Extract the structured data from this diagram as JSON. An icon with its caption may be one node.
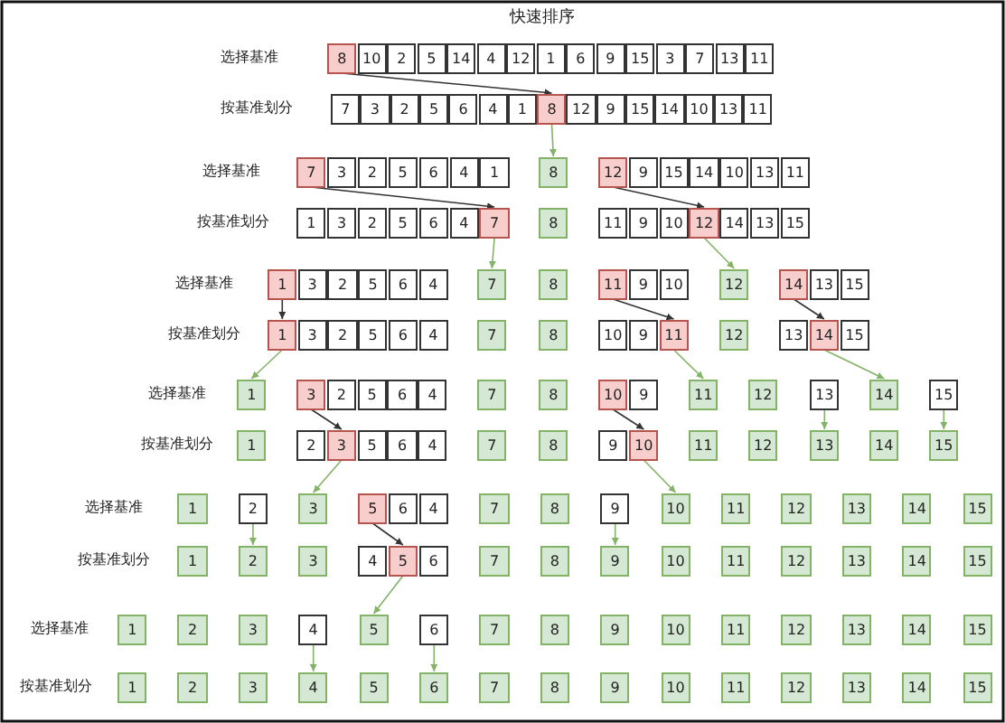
{
  "diagram": {
    "title": "快速排序",
    "nodes": [
      {
        "text": [
          "8"
        ]
      },
      {
        "text": [
          "10"
        ]
      },
      {
        "text": [
          "2"
        ]
      },
      {
        "text": [
          "5"
        ]
      },
      {
        "text": [
          "14"
        ]
      },
      {
        "text": [
          "4"
        ]
      },
      {
        "text": [
          "12"
        ]
      },
      {
        "text": [
          "1"
        ]
      },
      {
        "text": [
          "6"
        ]
      },
      {
        "text": [
          "9"
        ]
      },
      {
        "text": [
          "15"
        ]
      },
      {
        "text": [
          "3"
        ]
      },
      {
        "text": [
          "7"
        ]
      },
      {
        "text": [
          "13"
        ]
      },
      {
        "text": [
          "11"
        ]
      },
      {
        "text": [
          "7"
        ]
      },
      {
        "text": [
          "3"
        ]
      },
      {
        "text": [
          "2"
        ]
      },
      {
        "text": [
          "5"
        ]
      },
      {
        "text": [
          "6"
        ]
      },
      {
        "text": [
          "4"
        ]
      },
      {
        "text": [
          "1"
        ]
      },
      {
        "text": [
          "8"
        ]
      },
      {
        "text": [
          "12"
        ]
      },
      {
        "text": [
          "9"
        ]
      },
      {
        "text": [
          "15"
        ]
      },
      {
        "text": [
          "14"
        ]
      },
      {
        "text": [
          "10"
        ]
      },
      {
        "text": [
          "13"
        ]
      },
      {
        "text": [
          "11"
        ]
      },
      {
        "text": [
          "7"
        ]
      },
      {
        "text": [
          "3"
        ]
      },
      {
        "text": [
          "2"
        ]
      },
      {
        "text": [
          "5"
        ]
      },
      {
        "text": [
          "6"
        ]
      },
      {
        "text": [
          "4"
        ]
      },
      {
        "text": [
          "1"
        ]
      },
      {
        "text": [
          "8"
        ]
      },
      {
        "text": [
          "12"
        ]
      },
      {
        "text": [
          "9"
        ]
      },
      {
        "text": [
          "15"
        ]
      },
      {
        "text": [
          "14"
        ]
      },
      {
        "text": [
          "10"
        ]
      },
      {
        "text": [
          "13"
        ]
      },
      {
        "text": [
          "11"
        ]
      },
      {
        "text": [
          "1"
        ]
      },
      {
        "text": [
          "3"
        ]
      },
      {
        "text": [
          "2"
        ]
      },
      {
        "text": [
          "5"
        ]
      },
      {
        "text": [
          "6"
        ]
      },
      {
        "text": [
          "4"
        ]
      },
      {
        "text": [
          "7"
        ]
      },
      {
        "text": [
          "8"
        ]
      },
      {
        "text": [
          "11"
        ]
      },
      {
        "text": [
          "9"
        ]
      },
      {
        "text": [
          "10"
        ]
      },
      {
        "text": [
          "12"
        ]
      },
      {
        "text": [
          "14"
        ]
      },
      {
        "text": [
          "13"
        ]
      },
      {
        "text": [
          "15"
        ]
      },
      {
        "text": [
          "1"
        ]
      },
      {
        "text": [
          "3"
        ]
      },
      {
        "text": [
          "2"
        ]
      },
      {
        "text": [
          "5"
        ]
      },
      {
        "text": [
          "6"
        ]
      },
      {
        "text": [
          "4"
        ]
      },
      {
        "text": [
          "7"
        ]
      },
      {
        "text": [
          "8"
        ]
      },
      {
        "text": [
          "11"
        ]
      },
      {
        "text": [
          "9"
        ]
      },
      {
        "text": [
          "10"
        ]
      },
      {
        "text": [
          "12"
        ]
      },
      {
        "text": [
          "14"
        ]
      },
      {
        "text": [
          "13"
        ]
      },
      {
        "text": [
          "15"
        ]
      },
      {
        "text": [
          "1"
        ]
      },
      {
        "text": [
          "3"
        ]
      },
      {
        "text": [
          "2"
        ]
      },
      {
        "text": [
          "5"
        ]
      },
      {
        "text": [
          "6"
        ]
      },
      {
        "text": [
          "4"
        ]
      },
      {
        "text": [
          "7"
        ]
      },
      {
        "text": [
          "8"
        ]
      },
      {
        "text": [
          "10"
        ]
      },
      {
        "text": [
          "9"
        ]
      },
      {
        "text": [
          "11"
        ]
      },
      {
        "text": [
          "12"
        ]
      },
      {
        "text": [
          "13"
        ]
      },
      {
        "text": [
          "14"
        ]
      },
      {
        "text": [
          "15"
        ]
      },
      {
        "text": [
          "1"
        ]
      },
      {
        "text": [
          "3"
        ]
      },
      {
        "text": [
          "2"
        ]
      },
      {
        "text": [
          "5"
        ]
      },
      {
        "text": [
          "6"
        ]
      },
      {
        "text": [
          "4"
        ]
      },
      {
        "text": [
          "7"
        ]
      },
      {
        "text": [
          "8"
        ]
      },
      {
        "text": [
          "10"
        ]
      },
      {
        "text": [
          "9"
        ]
      },
      {
        "text": [
          "11"
        ]
      },
      {
        "text": [
          "12"
        ]
      },
      {
        "text": [
          "13"
        ]
      },
      {
        "text": [
          "14"
        ]
      },
      {
        "text": [
          "15"
        ]
      },
      {
        "text": [
          "1"
        ]
      },
      {
        "text": [
          "2"
        ]
      },
      {
        "text": [
          "3"
        ]
      },
      {
        "text": [
          "5"
        ]
      },
      {
        "text": [
          "6"
        ]
      },
      {
        "text": [
          "4"
        ]
      },
      {
        "text": [
          "7"
        ]
      },
      {
        "text": [
          "8"
        ]
      },
      {
        "text": [
          "9"
        ]
      },
      {
        "text": [
          "10"
        ]
      },
      {
        "text": [
          "11"
        ]
      },
      {
        "text": [
          "12"
        ]
      },
      {
        "text": [
          "13"
        ]
      },
      {
        "text": [
          "14"
        ]
      },
      {
        "text": [
          "15"
        ]
      },
      {
        "text": [
          "1"
        ]
      },
      {
        "text": [
          "2"
        ]
      },
      {
        "text": [
          "3"
        ]
      },
      {
        "text": [
          "5"
        ]
      },
      {
        "text": [
          "6"
        ]
      },
      {
        "text": [
          "4"
        ]
      },
      {
        "text": [
          "7"
        ]
      },
      {
        "text": [
          "8"
        ]
      },
      {
        "text": [
          "9"
        ]
      },
      {
        "text": [
          "10"
        ]
      },
      {
        "text": [
          "11"
        ]
      },
      {
        "text": [
          "12"
        ]
      },
      {
        "text": [
          "13"
        ]
      },
      {
        "text": [
          "14"
        ]
      },
      {
        "text": [
          "15"
        ]
      },
      {
        "text": [
          "1"
        ]
      },
      {
        "text": [
          "2"
        ]
      },
      {
        "text": [
          "3"
        ]
      },
      {
        "text": [
          "4"
        ]
      },
      {
        "text": [
          "5"
        ]
      },
      {
        "text": [
          "6"
        ]
      },
      {
        "text": [
          "7"
        ]
      },
      {
        "text": [
          "8"
        ]
      },
      {
        "text": [
          "9"
        ]
      },
      {
        "text": [
          "10"
        ]
      },
      {
        "text": [
          "11"
        ]
      },
      {
        "text": [
          "12"
        ]
      },
      {
        "text": [
          "13"
        ]
      },
      {
        "text": [
          "14"
        ]
      },
      {
        "text": [
          "15"
        ]
      },
      {
        "text": [
          "1"
        ]
      },
      {
        "text": [
          "2"
        ]
      },
      {
        "text": [
          "3"
        ]
      },
      {
        "text": [
          "4"
        ]
      },
      {
        "text": [
          "5"
        ]
      },
      {
        "text": [
          "6"
        ]
      },
      {
        "text": [
          "7"
        ]
      },
      {
        "text": [
          "8"
        ]
      },
      {
        "text": [
          "9"
        ]
      },
      {
        "text": [
          "10"
        ]
      },
      {
        "text": [
          "11"
        ]
      },
      {
        "text": [
          "12"
        ]
      },
      {
        "text": [
          "13"
        ]
      },
      {
        "text": [
          "14"
        ]
      },
      {
        "text": [
          "15"
        ]
      },
      {
        "text": [
          "1"
        ]
      },
      {
        "text": [
          "2"
        ]
      },
      {
        "text": [
          "3"
        ]
      },
      {
        "text": [
          "4"
        ]
      },
      {
        "text": [
          "5"
        ]
      },
      {
        "text": [
          "6"
        ]
      },
      {
        "text": [
          "7"
        ]
      },
      {
        "text": [
          "8"
        ]
      },
      {
        "text": [
          "9"
        ]
      },
      {
        "text": [
          "10"
        ]
      },
      {
        "text": [
          "11"
        ]
      },
      {
        "text": [
          "12"
        ]
      },
      {
        "text": [
          "13"
        ]
      },
      {
        "text": [
          "14"
        ]
      },
      {
        "text": [
          "15"
        ]
      }
    ],
    "edges": [
      {
        "from": 0,
        "to": 22,
        "arrow": "to",
        "color": "#333333"
      },
      {
        "from": 22,
        "to": 37,
        "arrow": "to"
      },
      {
        "from": 30,
        "to": 51,
        "arrow": "to",
        "color": "#333333"
      },
      {
        "from": 38,
        "to": 56,
        "arrow": "to",
        "color": "#333333"
      },
      {
        "from": 51,
        "to": 66,
        "arrow": "to"
      },
      {
        "from": 56,
        "to": 71,
        "arrow": "to"
      },
      {
        "from": 60,
        "to": 75,
        "arrow": "to",
        "color": "#333333"
      },
      {
        "from": 68,
        "to": 85,
        "arrow": "to",
        "color": "#333333"
      },
      {
        "from": 72,
        "to": 88,
        "arrow": "to",
        "color": "#333333"
      },
      {
        "from": 75,
        "to": 90,
        "arrow": "to"
      },
      {
        "from": 85,
        "to": 100,
        "arrow": "to"
      },
      {
        "from": 88,
        "to": 103,
        "arrow": "to"
      },
      {
        "from": 91,
        "to": 107,
        "arrow": "to",
        "color": "#333333"
      },
      {
        "from": 98,
        "to": 114,
        "arrow": "to",
        "color": "#333333"
      },
      {
        "from": 102,
        "to": 117,
        "arrow": "to"
      },
      {
        "from": 104,
        "to": 119,
        "arrow": "to"
      },
      {
        "from": 107,
        "to": 122,
        "arrow": "to"
      },
      {
        "from": 114,
        "to": 129,
        "arrow": "to"
      },
      {
        "from": 121,
        "to": 136,
        "arrow": "to"
      },
      {
        "from": 123,
        "to": 139,
        "arrow": "to",
        "color": "#333333"
      },
      {
        "from": 128,
        "to": 143,
        "arrow": "to"
      },
      {
        "from": 139,
        "to": 154,
        "arrow": "to"
      },
      {
        "from": 153,
        "to": 168,
        "arrow": "to"
      },
      {
        "from": 155,
        "to": 170,
        "arrow": "to"
      }
    ],
    "labels": [
      "选择基准",
      "按基准划分",
      "选择基准",
      "按基准划分",
      "选择基准",
      "按基准划分",
      "选择基准",
      "按基准划分",
      "选择基准",
      "按基准划分",
      "选择基准",
      "按基准划分"
    ]
  }
}
